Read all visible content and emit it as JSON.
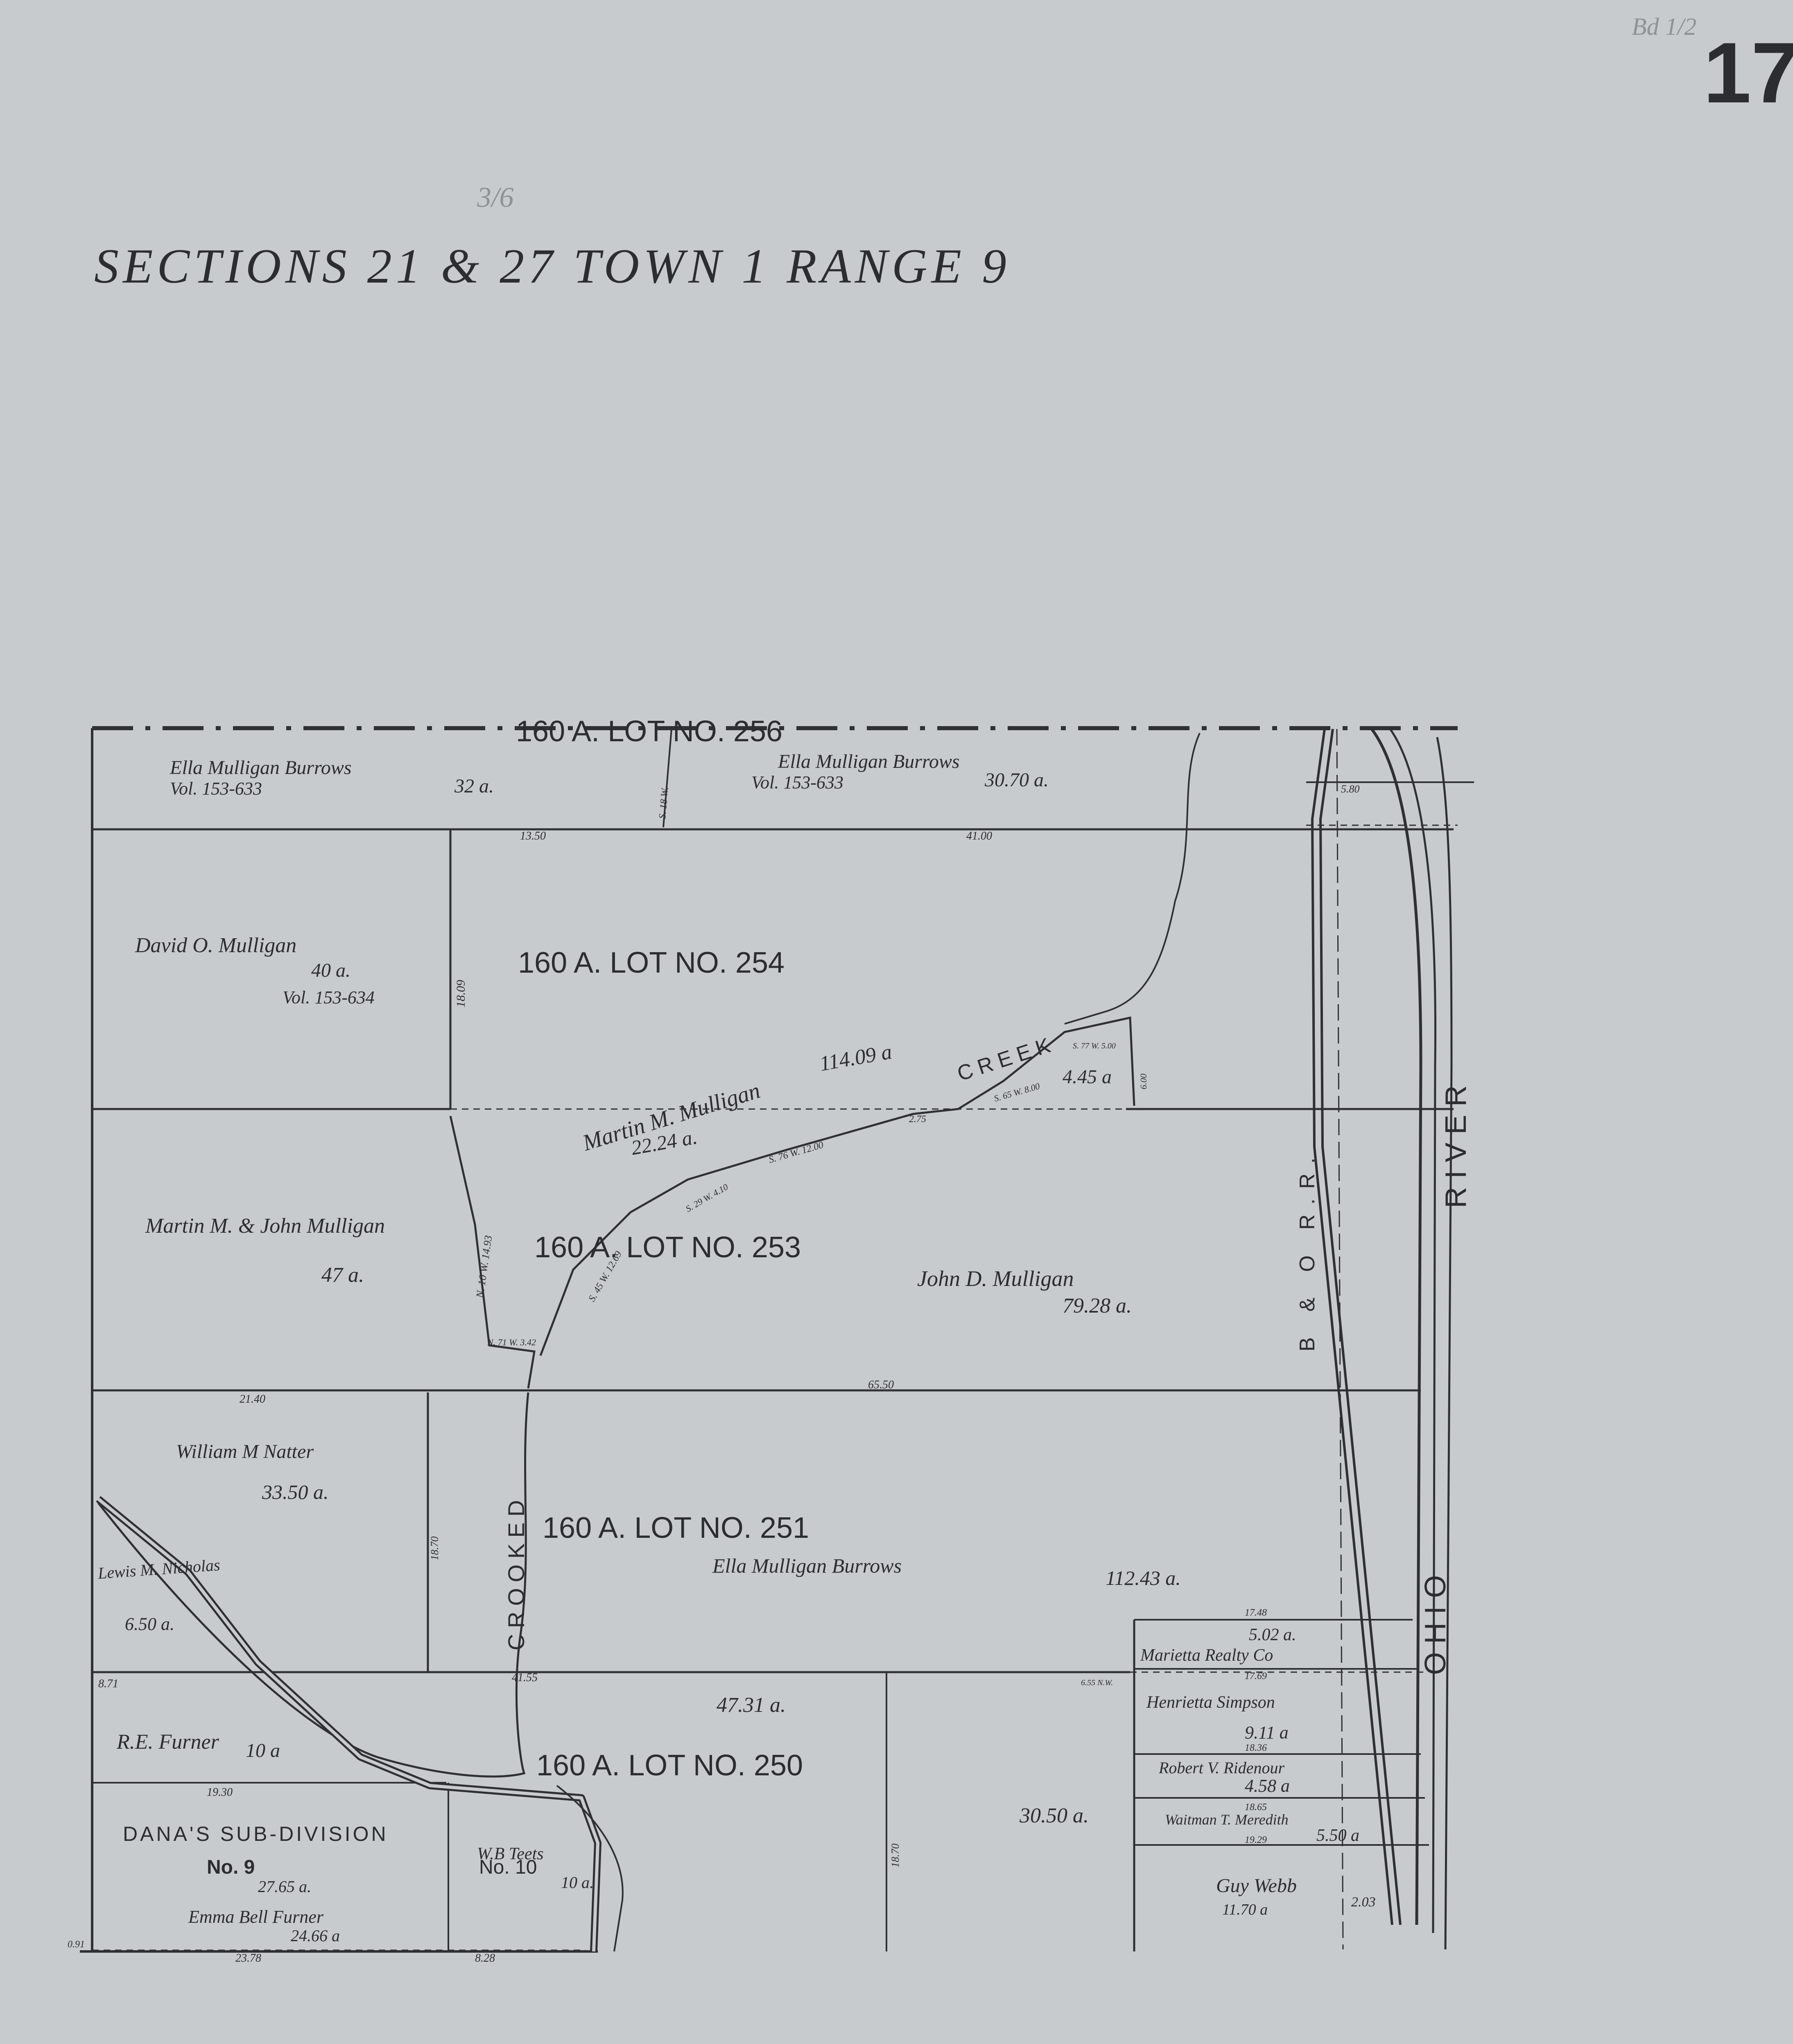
{
  "sheet_number": "17",
  "corner_note": "Bd 1/2",
  "title": "SECTIONS 21 & 27 TOWN 1 RANGE 9",
  "title_annotation": "3/6",
  "lots": [
    {
      "label": "160 A. LOT NO. 256"
    },
    {
      "label": "160 A. LOT NO. 254"
    },
    {
      "label": "160 A. LOT NO. 253"
    },
    {
      "label": "160 A. LOT NO. 251"
    },
    {
      "label": "160 A. LOT NO. 250"
    }
  ],
  "parcels": [
    {
      "owner": "Ella Mulligan Burrows",
      "deed": "Vol. 153-633",
      "area": "32 a."
    },
    {
      "owner": "Ella Mulligan Burrows",
      "deed": "Vol. 153-633",
      "area": "30.70 a."
    },
    {
      "owner": "David O. Mulligan",
      "area": "40 a.",
      "deed": "Vol. 153-634"
    },
    {
      "owner": "Martin M. Mulligan",
      "area": "114.09 a"
    },
    {
      "owner": "",
      "area": "22.24 a."
    },
    {
      "owner": "",
      "area": "4.45 a"
    },
    {
      "owner": "Martin M. & John Mulligan",
      "area": "47 a."
    },
    {
      "owner": "John D. Mulligan",
      "area": "79.28 a."
    },
    {
      "owner": "William M Natter",
      "area": "33.50 a."
    },
    {
      "owner": "Ella Mulligan Burrows",
      "area": "112.43 a."
    },
    {
      "owner": "Lewis M. Nicholas",
      "area": "6.50 a."
    },
    {
      "owner": "R.E. Furner",
      "area": "10 a"
    },
    {
      "owner": "",
      "area": "47.31 a."
    },
    {
      "owner": "",
      "area": "30.50 a."
    },
    {
      "owner": "Marietta Realty Co",
      "area": "5.02 a."
    },
    {
      "owner": "Henrietta Simpson",
      "area": "9.11 a"
    },
    {
      "owner": "Robert V. Ridenour",
      "area": "4.58 a"
    },
    {
      "owner": "Waitman T. Meredith",
      "area": "5.50 a"
    },
    {
      "owner": "Guy Webb",
      "area": "11.70 a"
    },
    {
      "owner": "W.B Teets",
      "area": "10 a."
    },
    {
      "owner": "Emma Bell Furner",
      "area": "24.66 a"
    }
  ],
  "subdivisions": [
    {
      "name": "DANA'S SUB-DIVISION",
      "number": "No. 9",
      "area": "27.65 a."
    },
    {
      "name": "",
      "number": "No. 10",
      "area": "10 a."
    }
  ],
  "waterways": {
    "creek_top": "CREEK",
    "creek_side": "CROOKED",
    "river_1": "RIVER",
    "river_2": "OHIO"
  },
  "railroad": "B & O R.R.",
  "bearings": [
    "S. 18 W.",
    "N. 10 W. 14.93",
    "N. 71 W. 3.42",
    "S. 45 W. 12.69",
    "S. 29 W. 4.10",
    "S. 76 W. 12.00",
    "S. 65 W. 8.00",
    "S. 77 W. 5.00",
    "6.00",
    "6.55 N.W."
  ],
  "distances": [
    "13.50",
    "41.00",
    "18.09",
    "2.75",
    "65.50",
    "21.40",
    "18.70",
    "8.71",
    "41.55",
    "19.30",
    "23.78",
    "8.28",
    "0.91",
    "18.70",
    "17.48",
    "17.69",
    "18.36",
    "18.65",
    "19.29",
    "5.80",
    "2.03"
  ],
  "colors": {
    "paper": "#c8cbce",
    "ink": "#2e3033",
    "ink_faint": "#8d9296"
  }
}
